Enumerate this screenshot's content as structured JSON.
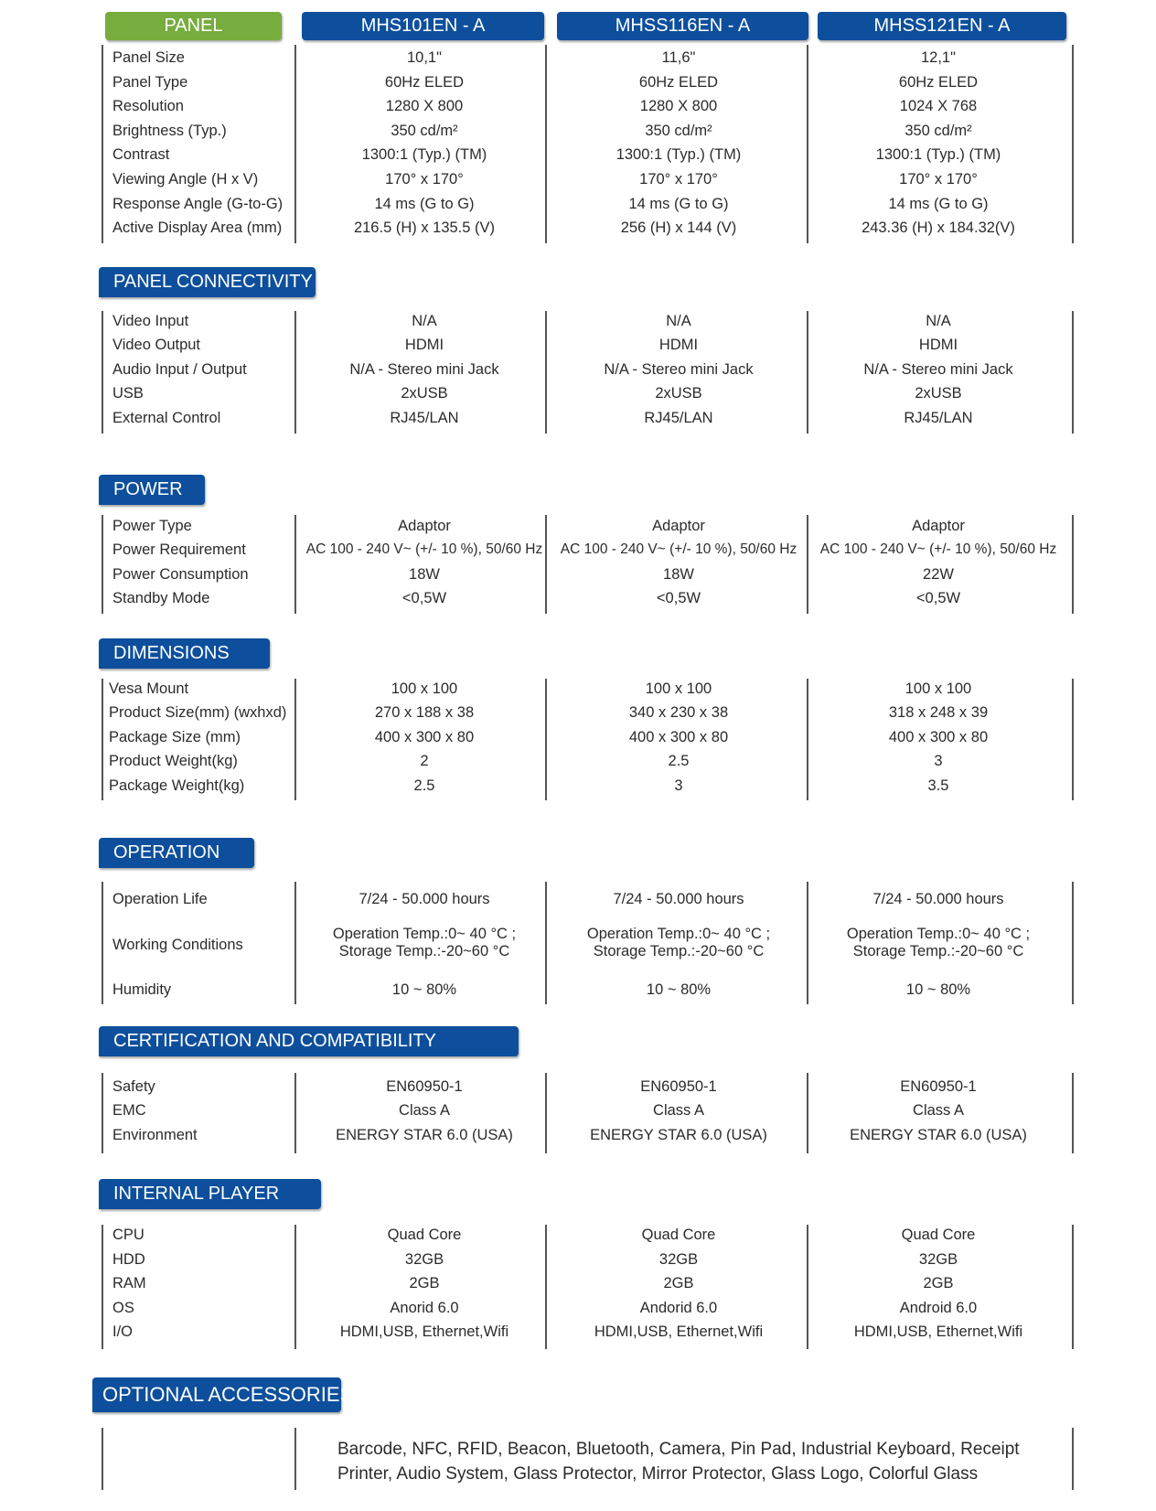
{
  "header": {
    "panel": "PANEL",
    "models": [
      "MHS101EN - A",
      "MHSS116EN - A",
      "MHSS121EN - A"
    ]
  },
  "sections": [
    {
      "title": "PANEL",
      "rows": [
        {
          "label": "Panel Size",
          "values": [
            "10,1\"",
            "11,6\"",
            "12,1\""
          ]
        },
        {
          "label": "Panel Type",
          "values": [
            "60Hz ELED",
            "60Hz ELED",
            "60Hz ELED"
          ]
        },
        {
          "label": "Resolution",
          "values": [
            "1280 X 800",
            "1280 X 800",
            "1024 X 768"
          ]
        },
        {
          "label": "Brightness (Typ.)",
          "values": [
            "350 cd/m²",
            "350 cd/m²",
            "350 cd/m²"
          ]
        },
        {
          "label": "Contrast",
          "values": [
            "1300:1 (Typ.) (TM)",
            "1300:1 (Typ.) (TM)",
            "1300:1 (Typ.) (TM)"
          ]
        },
        {
          "label": "Viewing Angle (H x V)",
          "values": [
            "170° x 170°",
            "170° x 170°",
            "170° x 170°"
          ]
        },
        {
          "label": "Response Angle (G-to-G)",
          "values": [
            "14 ms (G to G)",
            "14 ms (G to G)",
            "14 ms (G to G)"
          ]
        },
        {
          "label": "Active Display Area (mm)",
          "values": [
            "216.5 (H) x 135.5 (V)",
            "256 (H) x 144 (V)",
            "243.36 (H) x 184.32(V)"
          ]
        }
      ]
    },
    {
      "title": "PANEL CONNECTIVITY",
      "rows": [
        {
          "label": "Video Input",
          "values": [
            "N/A",
            "N/A",
            "N/A"
          ]
        },
        {
          "label": "Video Output",
          "values": [
            "HDMI",
            "HDMI",
            "HDMI"
          ]
        },
        {
          "label": "Audio Input / Output",
          "values": [
            "N/A - Stereo mini Jack",
            "N/A - Stereo mini Jack",
            "N/A - Stereo mini Jack"
          ]
        },
        {
          "label": "USB",
          "values": [
            "2xUSB",
            "2xUSB",
            "2xUSB"
          ]
        },
        {
          "label": "External Control",
          "values": [
            "RJ45/LAN",
            "RJ45/LAN",
            "RJ45/LAN"
          ]
        }
      ]
    },
    {
      "title": "POWER",
      "rows": [
        {
          "label": "Power Type",
          "values": [
            "Adaptor",
            "Adaptor",
            "Adaptor"
          ]
        },
        {
          "label": "Power Requirement",
          "values": [
            "AC 100 - 240 V~ (+/- 10 %), 50/60 Hz",
            "AC 100 - 240 V~ (+/- 10 %), 50/60 Hz",
            "AC 100 - 240 V~ (+/- 10 %), 50/60 Hz"
          ]
        },
        {
          "label": "Power Consumption",
          "values": [
            "18W",
            "18W",
            "22W"
          ]
        },
        {
          "label": "Standby Mode",
          "values": [
            "<0,5W",
            "<0,5W",
            "<0,5W"
          ]
        }
      ]
    },
    {
      "title": "DIMENSIONS",
      "rows": [
        {
          "label": "Vesa Mount",
          "values": [
            "100 x 100",
            "100 x 100",
            "100 x 100"
          ]
        },
        {
          "label": "Product Size(mm) (wxhxd)",
          "values": [
            "270 x 188 x 38",
            "340 x 230 x 38",
            "318 x 248 x 39"
          ]
        },
        {
          "label": "Package Size (mm)",
          "values": [
            "400 x 300 x 80",
            "400 x 300 x 80",
            "400 x 300 x 80"
          ]
        },
        {
          "label": "Product Weight(kg)",
          "values": [
            "2",
            "2.5",
            "3"
          ]
        },
        {
          "label": "Package Weight(kg)",
          "values": [
            "2.5",
            "3",
            "3.5"
          ]
        }
      ]
    },
    {
      "title": "OPERATION",
      "rows": [
        {
          "label": "Operation Life",
          "values": [
            "7/24 - 50.000 hours",
            "7/24 - 50.000 hours",
            "7/24 - 50.000 hours"
          ]
        },
        {
          "label": "Working Conditions",
          "values": [
            "Operation Temp.:0~ 40 °C ;",
            "Operation Temp.:0~ 40 °C ;",
            "Operation Temp.:0~ 40 °C ;"
          ],
          "values2": [
            "Storage Temp.:-20~60 °C",
            "Storage Temp.:-20~60 °C",
            "Storage Temp.:-20~60 °C"
          ]
        },
        {
          "label": "Humidity",
          "values": [
            "10 ~ 80%",
            "10 ~ 80%",
            "10 ~ 80%"
          ]
        }
      ]
    },
    {
      "title": "CERTIFICATION AND COMPATIBILITY",
      "rows": [
        {
          "label": "Safety",
          "values": [
            "EN60950-1",
            "EN60950-1",
            "EN60950-1"
          ]
        },
        {
          "label": "EMC",
          "values": [
            "Class A",
            "Class A",
            "Class A"
          ]
        },
        {
          "label": "Environment",
          "values": [
            "ENERGY STAR 6.0 (USA)",
            "ENERGY STAR 6.0 (USA)",
            "ENERGY STAR 6.0 (USA)"
          ]
        }
      ]
    },
    {
      "title": "INTERNAL PLAYER",
      "rows": [
        {
          "label": "CPU",
          "values": [
            "Quad Core",
            "Quad Core",
            "Quad Core"
          ]
        },
        {
          "label": "HDD",
          "values": [
            "32GB",
            "32GB",
            "32GB"
          ]
        },
        {
          "label": "RAM",
          "values": [
            "2GB",
            "2GB",
            "2GB"
          ]
        },
        {
          "label": "OS",
          "values": [
            "Anorid 6.0",
            "Andorid 6.0",
            "Android 6.0"
          ]
        },
        {
          "label": "I/O",
          "values": [
            "HDMI,USB, Ethernet,Wifi",
            "HDMI,USB, Ethernet,Wifi",
            "HDMI,USB, Ethernet,Wifi"
          ]
        }
      ]
    }
  ],
  "accessories": {
    "title": "OPTIONAL ACCESSORIES",
    "line1": "Barcode, NFC, RFID, Beacon, Bluetooth, Camera, Pin Pad, Industrial Keyboard, Receipt",
    "line2": "Printer, Audio System, Glass Protector, Mirror Protector, Glass Logo, Colorful Glass"
  },
  "colors": {
    "green": "#77ac3f",
    "blue": "#0d4f9c"
  }
}
